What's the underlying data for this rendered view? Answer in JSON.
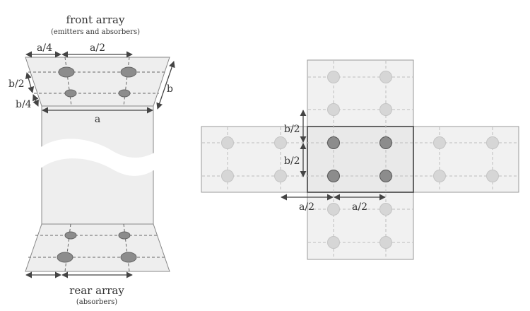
{
  "front_array": {
    "title": "front array",
    "subtitle": "(emitters and absorbers)"
  },
  "rear_array": {
    "title": "rear array",
    "subtitle": "(absorbers)"
  },
  "dims": {
    "a_quarter": "a/4",
    "a_half": "a/2",
    "b_half": "b/2",
    "b_quarter": "b/4",
    "b": "b",
    "a": "a"
  },
  "colors": {
    "panel_fill": "#eeeeee",
    "panel_stroke": "#888888",
    "cell_fill": "#f1f1f1",
    "active_cell_fill": "#e9e9e9",
    "active_stroke": "#555555",
    "dot_active": "#8c8c8c",
    "dot_faded": "#d6d6d6",
    "arrow": "#444444"
  }
}
